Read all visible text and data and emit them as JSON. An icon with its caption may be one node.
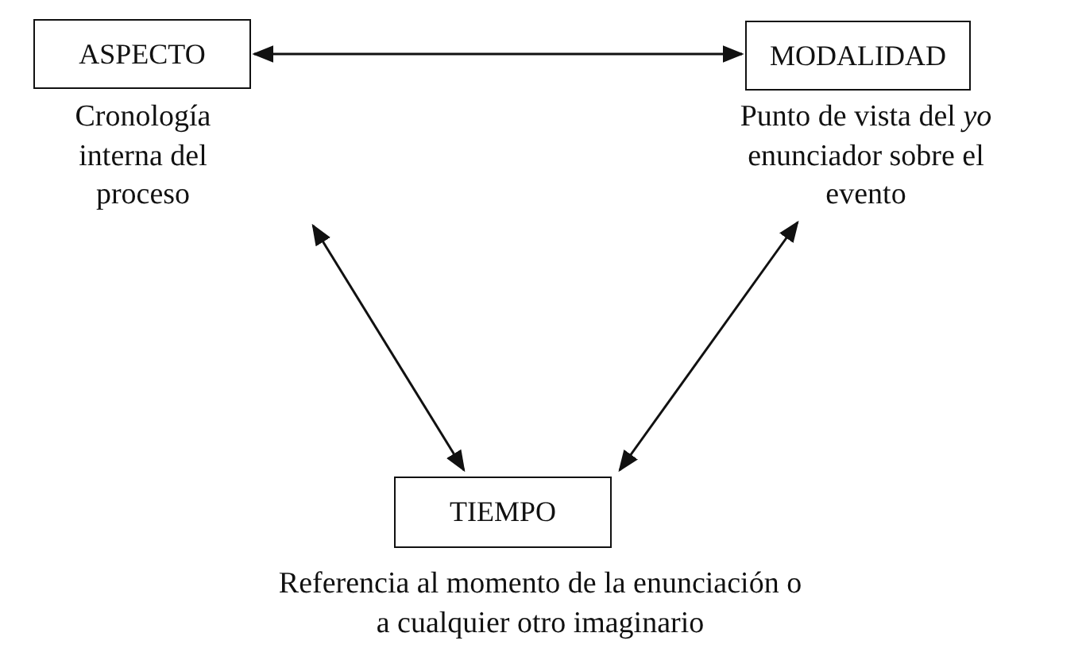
{
  "diagram": {
    "nodes": [
      {
        "text": [
          "ASPECTO"
        ],
        "beside": [
          "Cronología interna del proceso"
        ]
      },
      {
        "text": [
          "MODALIDAD"
        ],
        "beside": [
          "Punto de vista del *yo* enunciador sobre el evento"
        ]
      },
      {
        "text": [
          "TIEMPO"
        ],
        "beside": [
          "Referencia al momento de la enunciación o a cualquier otro imaginario"
        ]
      }
    ],
    "edges": [
      {
        "from": 0,
        "to": 1,
        "arrow": "both"
      },
      {
        "from": 0,
        "to": 2,
        "arrow": "both"
      },
      {
        "from": 1,
        "to": 2,
        "arrow": "both"
      }
    ]
  }
}
